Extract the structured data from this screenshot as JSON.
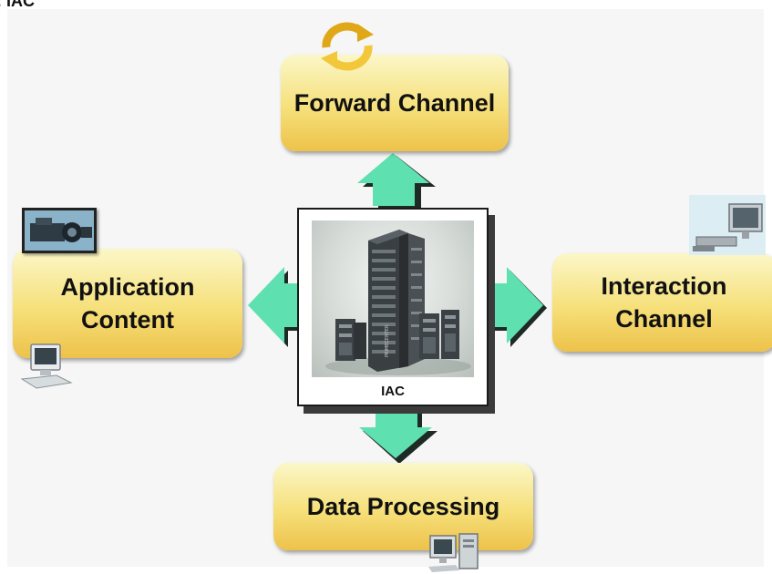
{
  "title": ": IAC",
  "nodes": {
    "forward": {
      "label": "Forward Channel"
    },
    "application": {
      "lines": [
        "Application",
        "Content"
      ]
    },
    "interaction": {
      "lines": [
        "Interaction",
        "Channel"
      ]
    },
    "data": {
      "label": "Data Processing"
    },
    "center": {
      "label": "IAC",
      "server_text": "PRIMECENTER"
    }
  },
  "colors": {
    "arrow": "#5fe0b0",
    "arrow_shadow": "#1e2a26",
    "box_top": "#fbf7c8",
    "box_bottom": "#edc24a"
  },
  "edges": [
    {
      "from": "IAC",
      "to": "Forward Channel",
      "direction": "up"
    },
    {
      "from": "IAC",
      "to": "Application Content",
      "direction": "left"
    },
    {
      "from": "IAC",
      "to": "Interaction Channel",
      "direction": "right"
    },
    {
      "from": "IAC",
      "to": "Data Processing",
      "direction": "down"
    }
  ],
  "icons": [
    "cycle-arrows-icon",
    "camera-equipment-icon",
    "desktop-computer-icon",
    "monitor-device-icon",
    "workstation-icon",
    "server-rack-icon"
  ]
}
